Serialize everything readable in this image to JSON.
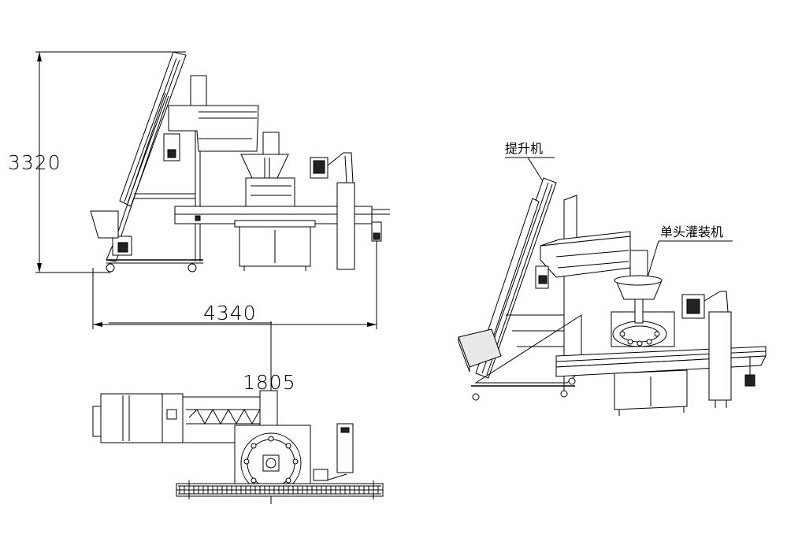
{
  "dimensions": {
    "height": "3320",
    "length": "4340",
    "width": "1805"
  },
  "labels": {
    "elevator": "提升机",
    "filler": "单头灌装机"
  }
}
